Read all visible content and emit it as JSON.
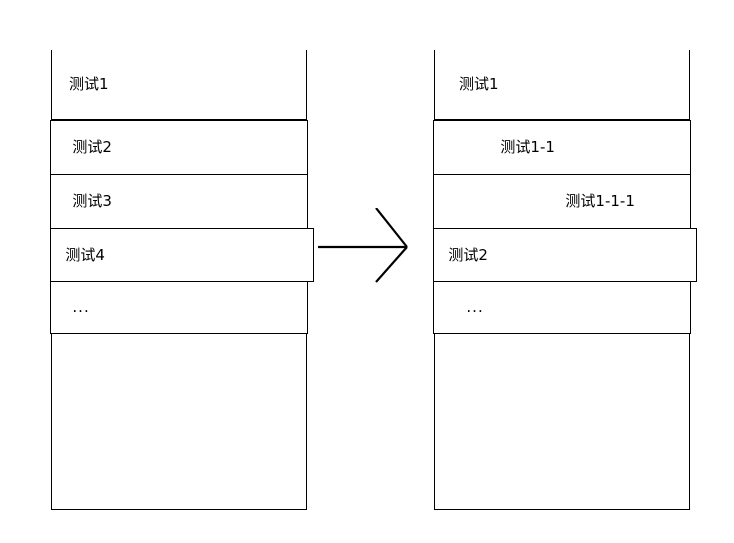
{
  "diagram": {
    "title": "List flattening to indented tree",
    "arrow": {
      "name": "transform-arrow",
      "direction": "right",
      "label": ""
    },
    "stroke_color": "#000000",
    "background_color": "#ffffff"
  },
  "left_panel": {
    "name": "before-list-panel",
    "rows": [
      {
        "label": "测试1",
        "indent": 0,
        "style": "plain"
      },
      {
        "label": "测试2",
        "indent": 1,
        "style": "heavy"
      },
      {
        "label": "测试3",
        "indent": 1,
        "style": "heavy"
      },
      {
        "label": "测试4",
        "indent": 0,
        "style": "overhang"
      },
      {
        "label": "...",
        "indent": 1,
        "style": "heavy"
      }
    ]
  },
  "right_panel": {
    "name": "after-tree-panel",
    "rows": [
      {
        "label": "测试1",
        "indent": 0,
        "style": "plain"
      },
      {
        "label": "测试1-1",
        "indent": 2,
        "style": "heavy"
      },
      {
        "label": "测试1-1-1",
        "indent": 3,
        "style": "heavy"
      },
      {
        "label": "测试2",
        "indent": 0,
        "style": "overhang"
      },
      {
        "label": "...",
        "indent": 1,
        "style": "heavy"
      }
    ]
  }
}
